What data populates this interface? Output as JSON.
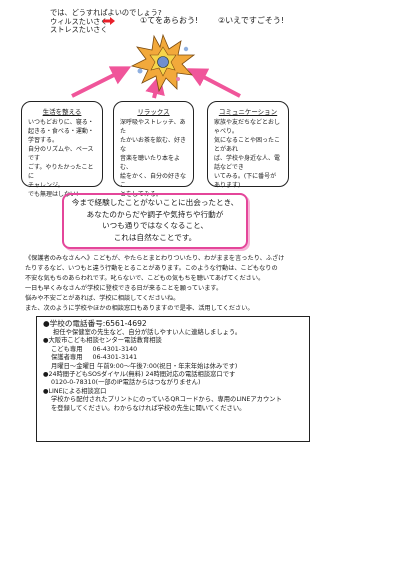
{
  "header": {
    "question": "では、どうすればよいのでしょう?",
    "virus": "ウィルスたいさく",
    "stress": "ストレスたいさく",
    "option1": "①てをあらおう!",
    "option2": "②いえですごそう!"
  },
  "boxes": [
    {
      "title": "生活を整える",
      "text": "いつもどおりに、寝る・起きる・食べる・運動・学習する。\n自分のリズムや、ペースです\nごす。やりたかったことに\nチャレンジ。\nでも無理はしない!"
    },
    {
      "title": "リラックス",
      "text": "深呼吸やストレッチ、あた\nたかいお茶を飲む、好きな\n音楽を聴いたり本をよむ、\n絵をかく、自分の好きなこ\nとをしてみる。"
    },
    {
      "title": "コミュニケーション",
      "text": "家族や友だちなどとおしゃべり。\n気になることや困ったことがあれ\nば、学校や身近な人、電話などでき\nいてみる。(下に番号があります)"
    }
  ],
  "message": "今まで経験したことがないことに出会ったとき、\nあなたのからだや調子や気持ちや行動が\nいつも通りではなくなること、\nこれは自然なことです。",
  "paragraph": "《保護者のみなさんへ》こどもが、やたらとまとわりついたり、わがままを言ったり、ふざけ\nたりするなど、いつもと違う行動をとることがあります。このような行動は、こどもなりの\n不安な気もちのあらわれです。叱らないで、こどもの気もちを聴いてあげてください。\n一日も早くみなさんが学校に登校できる日が来ることを願っています。\n悩みや不安ごとがあれば、学校に相談してくださいね。\nまた、次のように学校やほかの相談窓口もありますので是非、活用してください。",
  "contact": {
    "school_tel": "●学校の電話番号:6561-4692",
    "school_note": "担任や保健室の先生など、自分が話しやすい人に連絡しましょう。",
    "center": "●大阪市こども相談センター電話教育相談",
    "child_label": "こども専用",
    "child_tel": "06-4301-3140",
    "parent_label": "保護者専用",
    "parent_tel": "06-4301-3141",
    "hours": "月曜日〜金曜日 午前9:00〜午後7:00(祝日・年末年始は休みです)",
    "sos": "●24時間子どもSOSダイヤル(無料)   24時間対応の電話相談窓口です",
    "sos_tel": "0120-0-78310(一部のIP電話からはつながりません)",
    "line": "●LINEによる相談窓口",
    "line_note1": "学校から配付されたプリントにのっているQRコードから、専用のLINEアカウント",
    "line_note2": "を登録してください。わからなければ学校の先生に聞いてください。"
  },
  "colors": {
    "accent": "#e4469a",
    "arrow": "#f0559a",
    "redArrow": "#e8202a"
  }
}
